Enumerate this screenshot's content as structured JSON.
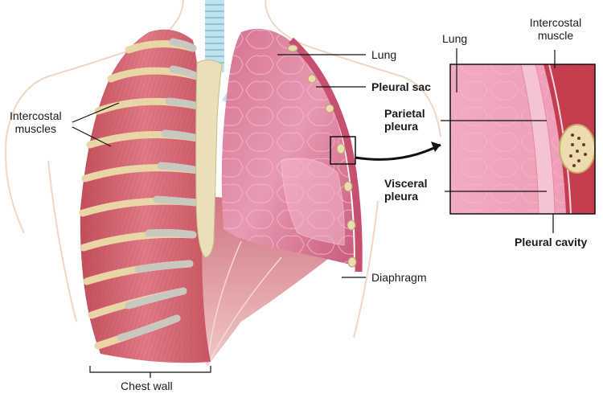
{
  "labels": {
    "intercostal_muscles": "Intercostal\nmuscles",
    "lung": "Lung",
    "pleural_sac": "Pleural sac",
    "diaphragm": "Diaphragm",
    "chest_wall": "Chest wall",
    "inset_lung": "Lung",
    "inset_intercostal_muscle": "Intercostal\nmuscle",
    "parietal_pleura": "Parietal\npleura",
    "visceral_pleura": "Visceral\npleura",
    "pleural_cavity": "Pleural cavity"
  },
  "colors": {
    "muscle": "#d9606e",
    "rib": "#e9d5a6",
    "cartilage": "#c9c8c0",
    "lung": "#e48aa6",
    "lung_dark": "#b6506f",
    "trachea": "#bfe2ee",
    "body_outline": "#f2d6c6"
  }
}
